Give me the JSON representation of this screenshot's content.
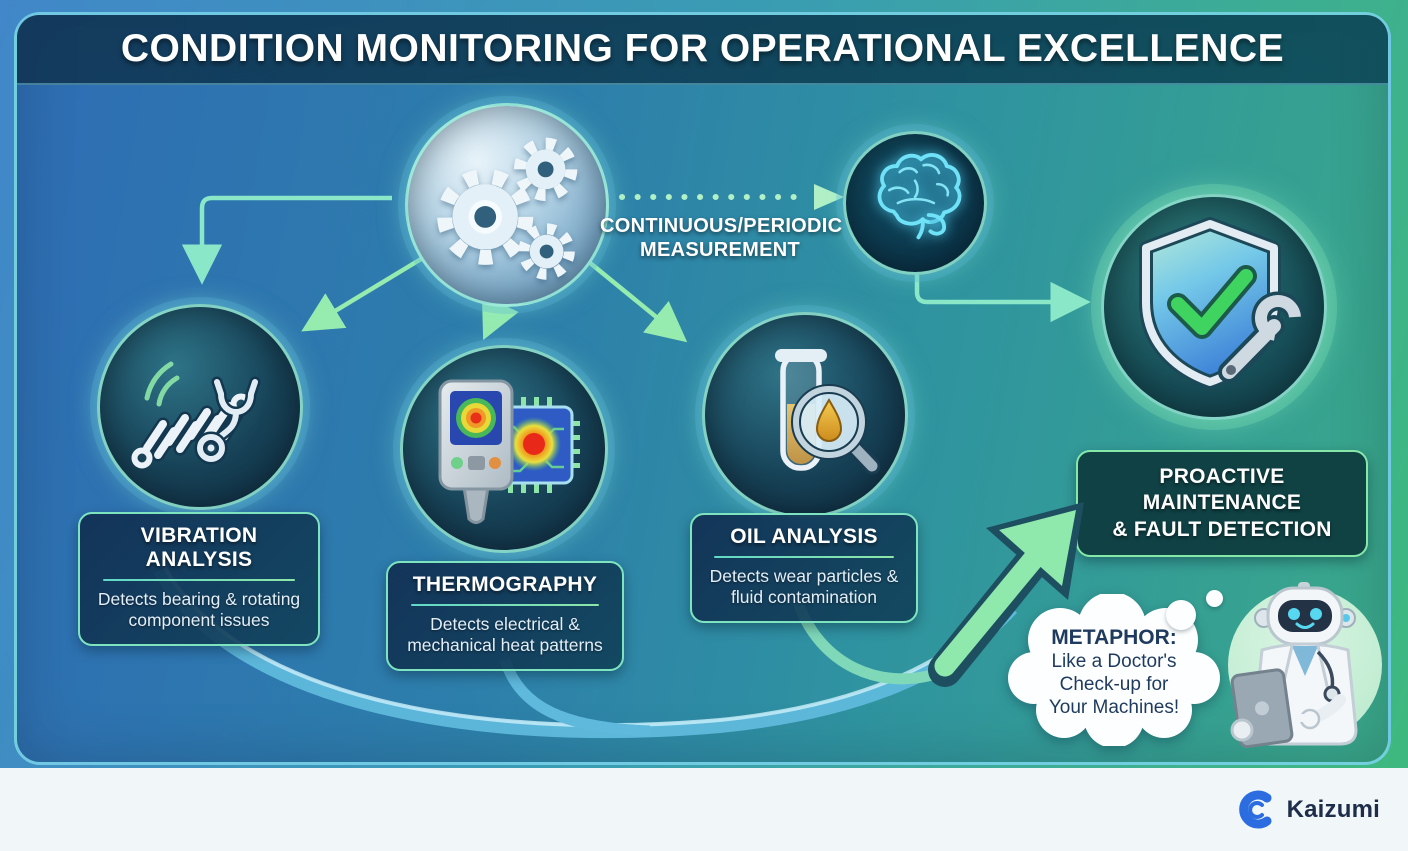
{
  "title": "CONDITION MONITORING FOR OPERATIONAL EXCELLENCE",
  "flow": {
    "measurement_label_line1": "CONTINUOUS/PERIODIC",
    "measurement_label_line2": "MEASUREMENT"
  },
  "methods": [
    {
      "title": "VIBRATION ANALYSIS",
      "desc": "Detects bearing & rotating component issues"
    },
    {
      "title": "THERMOGRAPHY",
      "desc": "Detects electrical & mechanical heat patterns"
    },
    {
      "title": "OIL ANALYSIS",
      "desc": "Detects wear particles & fluid contamination"
    }
  ],
  "outcome": {
    "title_line1": "PROACTIVE MAINTENANCE",
    "title_line2": "& FAULT DETECTION"
  },
  "metaphor": {
    "heading": "METAPHOR:",
    "line1": "Like a Doctor's",
    "line2": "Check-up for",
    "line3": "Your Machines!"
  },
  "brand": {
    "name": "Kaizumi"
  },
  "icons": {
    "gears": "three-gears",
    "brain": "brain-outline",
    "vibration": "spring-and-stethoscope",
    "thermography": "thermal-camera-and-chip",
    "oil": "test-tube-and-magnifier",
    "outcome": "shield-check-and-wrench",
    "metaphor": "thought-cloud",
    "mascot": "robot-doctor-with-tablet",
    "logo": "blue-c-swirl"
  },
  "colors": {
    "background_left": "#4187c9",
    "background_right": "#3fb97e",
    "panel_border": "#7dd7eb",
    "banner_bg": "#10344f",
    "box_border_green": "#7ee4c0",
    "accent_green": "#96ecaf",
    "accent_cyan": "#8ae8c8",
    "swoosh_blue": "#5fb9dc",
    "arrow_green": "#8fe8ac",
    "footer_bg": "#f1f7f8",
    "logo_blue": "#2b6de0",
    "logo_text": "#1e2d4a"
  }
}
